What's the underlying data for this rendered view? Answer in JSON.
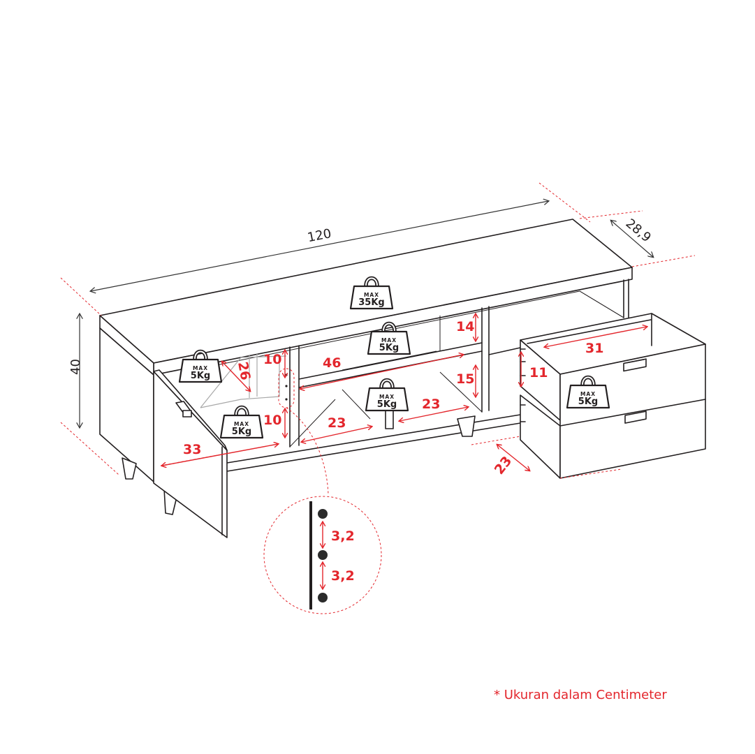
{
  "colors": {
    "accent": "#e3262c",
    "line": "#231f20"
  },
  "dimensions": {
    "width": "120",
    "depth": "28,9",
    "height": "40",
    "shelf_width": "46",
    "left_inner_depth": "26",
    "left_upper_height": "10",
    "left_lower_height": "10",
    "bottom_left_width": "23",
    "bottom_right_width": "23",
    "right_upper_height": "14",
    "right_lower_height": "15",
    "door_width": "33",
    "drawer_width": "31",
    "drawer_height": "11",
    "drawer_depth": "23"
  },
  "weights": {
    "top": {
      "max": "MAX",
      "value": "35Kg"
    },
    "middle_shelf": {
      "max": "MAX",
      "value": "5Kg"
    },
    "left_shelf": {
      "max": "MAX",
      "value": "5Kg"
    },
    "left_bottom": {
      "max": "MAX",
      "value": "5Kg"
    },
    "lower_shelf": {
      "max": "MAX",
      "value": "5Kg"
    },
    "drawer": {
      "max": "MAX",
      "value": "5Kg"
    }
  },
  "detail": {
    "spacing_1": "3,2",
    "spacing_2": "3,2"
  },
  "note": "* Ukuran dalam Centimeter"
}
